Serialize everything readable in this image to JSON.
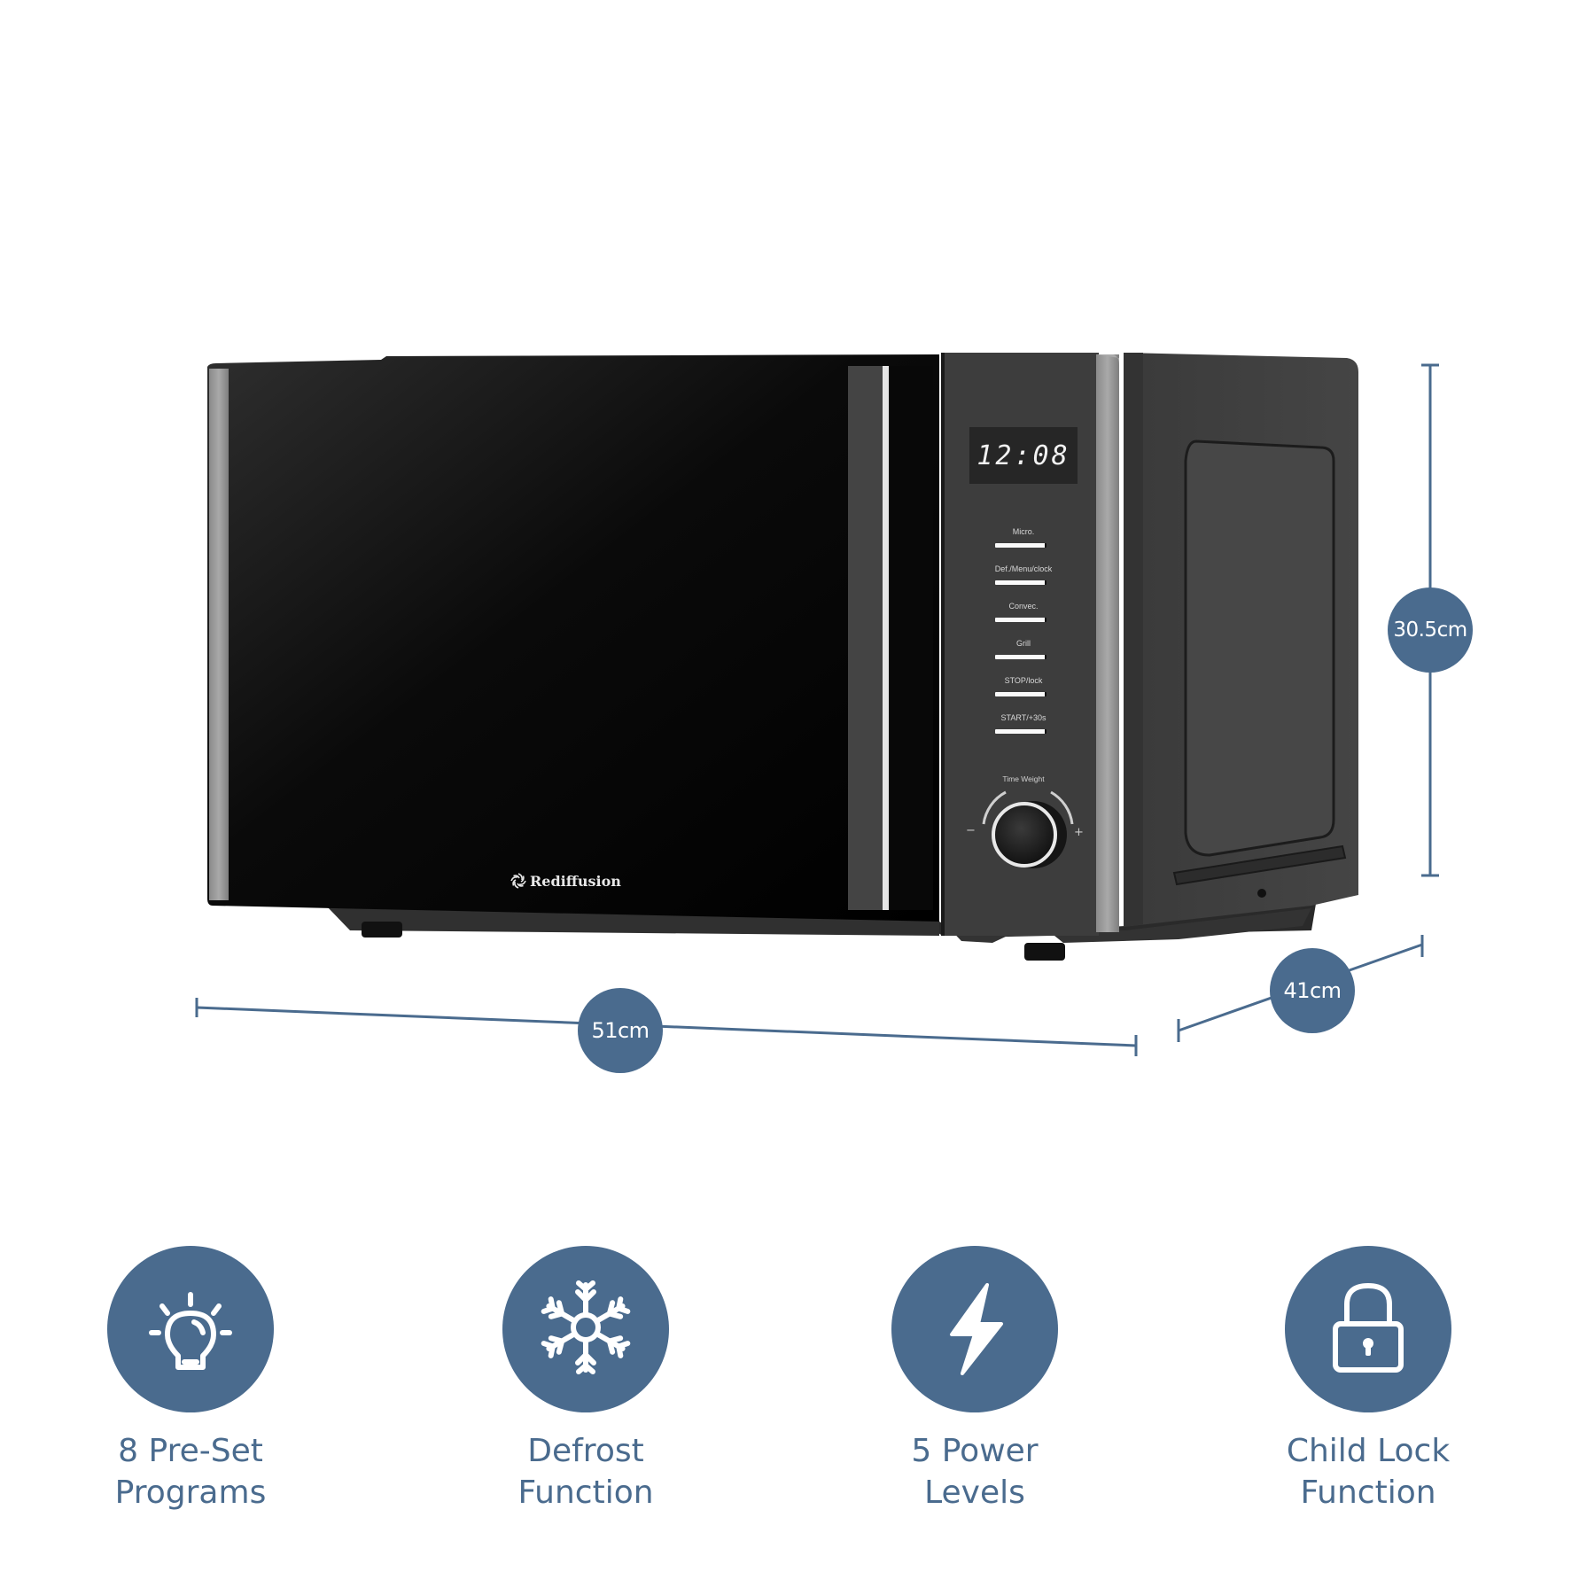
{
  "product": {
    "brand": "Rediffusion",
    "display_time": "12:08",
    "buttons": [
      {
        "label": "Micro."
      },
      {
        "label": "Def./Menu/clock"
      },
      {
        "label": "Convec."
      },
      {
        "label": "Grill"
      },
      {
        "label": "STOP/lock"
      },
      {
        "label": "START/+30s"
      }
    ],
    "knob": {
      "label": "Time Weight",
      "minus": "−",
      "plus": "+"
    }
  },
  "dimensions": {
    "width": "51cm",
    "depth": "41cm",
    "height": "30.5cm"
  },
  "colors": {
    "accent": "#4a6b8e",
    "body": "#3c3c3c",
    "door": "#050505"
  },
  "features": [
    {
      "icon": "lightbulb-icon",
      "line1": "8 Pre-Set",
      "line2": "Programs"
    },
    {
      "icon": "snowflake-icon",
      "line1": "Defrost",
      "line2": "Function"
    },
    {
      "icon": "lightning-bolt-icon",
      "line1": "5 Power",
      "line2": "Levels"
    },
    {
      "icon": "padlock-icon",
      "line1": "Child Lock",
      "line2": "Function"
    }
  ]
}
